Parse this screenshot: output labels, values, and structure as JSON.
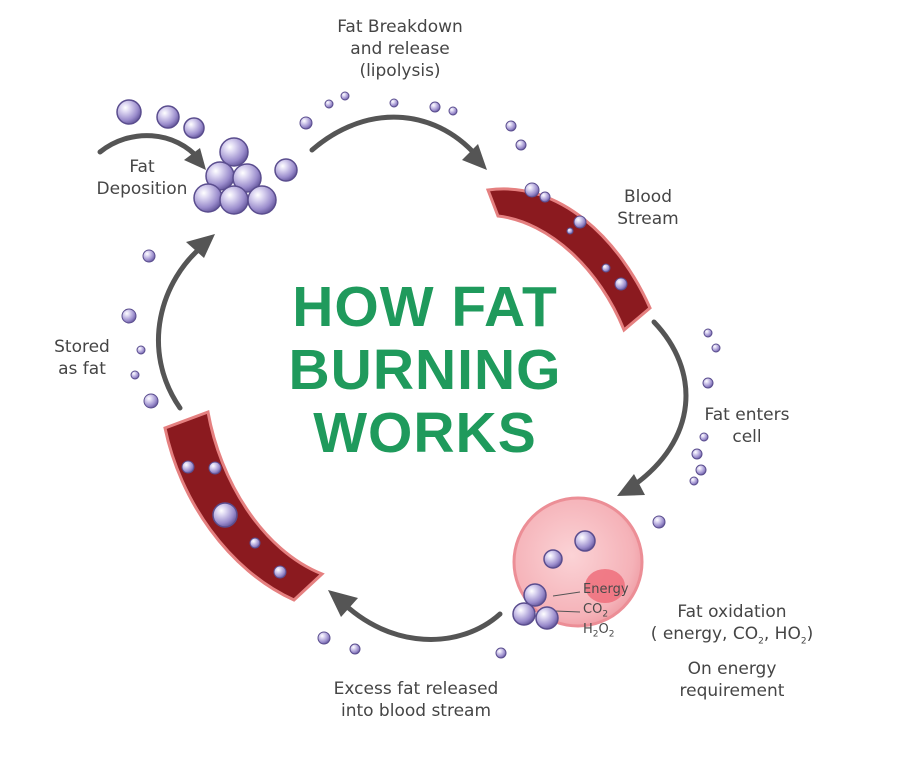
{
  "title": {
    "line1": "HOW FAT",
    "line2": "BURNING",
    "line3": "WORKS"
  },
  "steps": {
    "lipolysis": {
      "line1": "Fat Breakdown",
      "line2": "and release",
      "line3": "(lipolysis)"
    },
    "blood_stream": {
      "line1": "Blood",
      "line2": "Stream"
    },
    "enters_cell": {
      "line1": "Fat enters",
      "line2": "cell"
    },
    "oxidation": {
      "line1": "Fat oxidation",
      "line2_prefix": "( energy, CO",
      "line2_mid": ", HO",
      "line2_suffix": ")",
      "sub": "2",
      "line3": "On energy",
      "line4": "requirement"
    },
    "excess": {
      "line1": "Excess fat released",
      "line2": "into blood stream"
    },
    "stored": {
      "line1": "Stored",
      "line2": "as fat"
    },
    "deposition": {
      "line1": "Fat",
      "line2": "Deposition"
    }
  },
  "cell_labels": {
    "energy": "Energy",
    "co2": "CO",
    "co2_sub": "2",
    "h2o2_h": "H",
    "h2o2_sub1": "2",
    "h2o2_o": "O",
    "h2o2_sub2": "2"
  },
  "colors": {
    "title": "#1f9a5c",
    "arrow": "#555555",
    "vessel": "#8b1a1f",
    "vessel_edge": "#e07a7a",
    "cell_fill": "#f6b9bd",
    "cell_edge": "#ec8e96",
    "nucleus": "#ee6f7b",
    "fat_droplet": "#8d7fbf",
    "text": "#454545"
  }
}
